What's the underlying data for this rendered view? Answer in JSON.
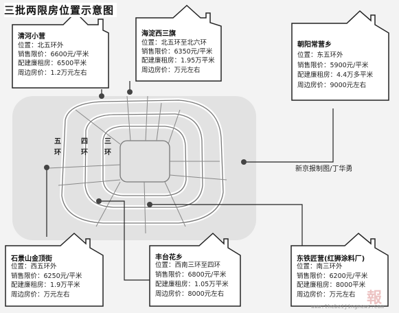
{
  "title": "三批两限房位置示意图",
  "ring_labels": {
    "fifth": [
      "五",
      "环"
    ],
    "fourth": [
      "四",
      "环"
    ],
    "third": [
      "三",
      "环"
    ]
  },
  "credit": "新京报制图/丁华勇",
  "watermark": "www.thebeijingnews.com",
  "logo_text": "報",
  "sites": [
    {
      "name": "清河小营",
      "lines": [
        "位置：北五环外",
        "销售限价：6600元/平米",
        "配建廉租房：6500平米",
        "周边房价：1.2万元左右"
      ]
    },
    {
      "name": "海淀西三旗",
      "lines": [
        "位置：北五环至北六环",
        "销售限价：6350元/平米",
        "配建廉租房：1.95万平米",
        "周边房价：万元左右"
      ]
    },
    {
      "name": "朝阳常营乡",
      "lines": [
        "位置：东五环外",
        "销售限价：5900元/平米",
        "配建廉租房：4.4万多平米",
        "周边房价：9000元左右"
      ]
    },
    {
      "name": "石景山金顶街",
      "lines": [
        "位置：西五环外",
        "销售限价：6250元/平米",
        "配建廉租房：1.9万平米",
        "周边房价：万元左右"
      ]
    },
    {
      "name": "丰台花乡",
      "lines": [
        "位置：西南三环至四环",
        "销售限价：6800元/平米",
        "配建廉租房：1.05万平米",
        "周边房价：8000元左右"
      ]
    },
    {
      "name": "东铁匠营(红狮涂料厂)",
      "lines": [
        "位置：南三环外",
        "销售限价：6200元/平米",
        "配建廉租房：8000平米",
        "周边房价：万元左右"
      ]
    }
  ]
}
